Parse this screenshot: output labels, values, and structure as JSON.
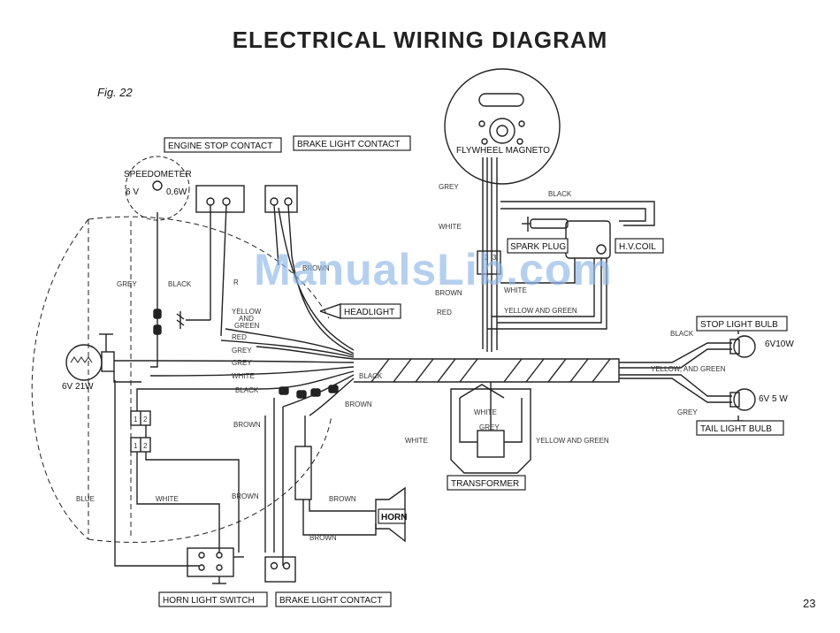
{
  "title": "ELECTRICAL WIRING DIAGRAM",
  "figure_label": "Fig. 22",
  "page_number": "23",
  "watermark": "ManualsLib.com",
  "components": {
    "engine_stop_contact": "ENGINE STOP CONTACT",
    "brake_light_contact_top": "BRAKE LIGHT CONTACT",
    "speedometer": "SPEEDOMETER",
    "speedometer_rating_v": "6 V",
    "speedometer_rating_w": "0,6W",
    "flywheel_magneto": "FLYWHEEL MAGNETO",
    "spark_plug": "SPARK PLUG",
    "hv_coil": "H.V.COIL",
    "headlight": "HEADLIGHT",
    "headlamp_rating": "6V 21W",
    "stop_light_bulb": "STOP LIGHT BULB",
    "stop_light_rating": "6V10W",
    "tail_light_bulb": "TAIL LIGHT BULB",
    "tail_light_rating": "6V 5 W",
    "transformer": "TRANSFORMER",
    "horn": "HORN",
    "horn_light_switch": "HORN LIGHT SWITCH",
    "brake_light_contact_bottom": "BRAKE LIGHT CONTACT"
  },
  "terminals": {
    "one": "1",
    "two": "2",
    "three": "3"
  },
  "wire_labels": {
    "grey": "GREY",
    "black": "BLACK",
    "red": "RED",
    "r": "R",
    "brown": "BROWN",
    "white": "WHITE",
    "blue": "BLUE",
    "yellow": "YELLOW",
    "and": "AND",
    "green": "GREEN",
    "yellow_and_green": "YELLOW AND GREEN",
    "yellow_and_green_lower": "YELLOW AND GREEN",
    "yellow_and_green_comma": "YELLOW, AND GREEN"
  }
}
